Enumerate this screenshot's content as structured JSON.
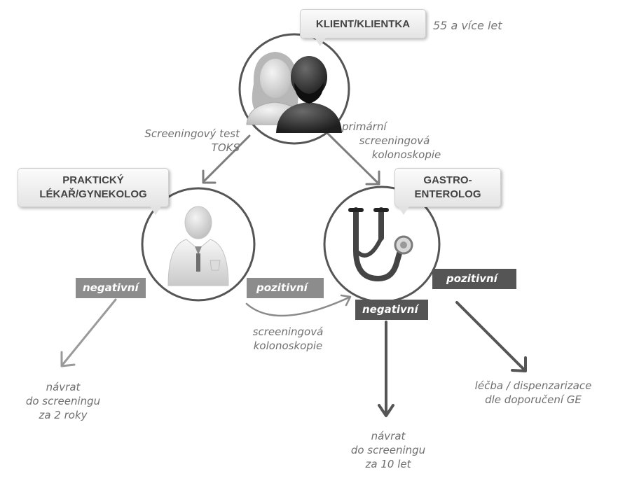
{
  "nodes": {
    "client": {
      "label": "KLIENT/KLIENTKA",
      "age": "55 a více let"
    },
    "gp": {
      "line1": "PRAKTICKÝ",
      "line2": "LÉKAŘ/GYNEKOLOG"
    },
    "ge": {
      "line1": "GASTRO-",
      "line2": "ENTEROLOG"
    }
  },
  "edges": {
    "client_to_gp": {
      "line1": "Screeningový test",
      "line2": "TOKS"
    },
    "client_to_ge": {
      "line1": "primární",
      "line2": "screeningová",
      "line3": "kolonoskopie"
    },
    "gp_to_ge": {
      "line1": "screeningová",
      "line2": "kolonoskopie"
    }
  },
  "results": {
    "gp_negative": "negativní",
    "gp_positive": "pozitivní",
    "ge_negative": "negativní",
    "ge_positive": "pozitivní"
  },
  "outcomes": {
    "gp_negative": {
      "line1": "návrat",
      "line2": "do screeningu",
      "line3": "za 2 roky"
    },
    "ge_negative": {
      "line1": "návrat",
      "line2": "do screeningu",
      "line3": "za 10 let"
    },
    "ge_positive": {
      "line1": "léčba / dispenzarizace",
      "line2": "dle doporučení GE"
    }
  }
}
